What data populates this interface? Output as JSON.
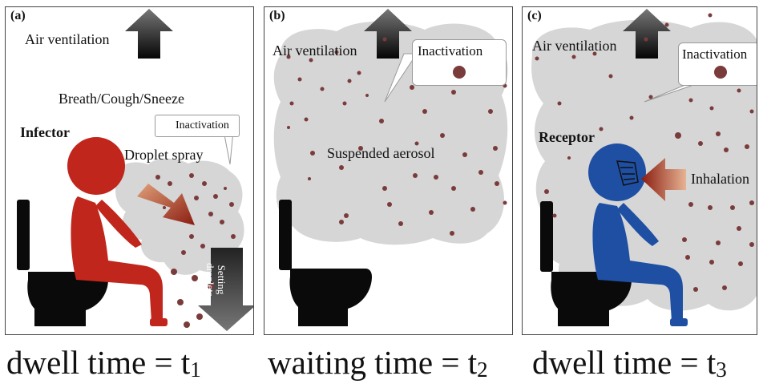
{
  "panels": [
    {
      "id": "a",
      "label": "(a)",
      "air_ventilation": "Air ventilation",
      "activity": "Breath/Cough/Sneeze",
      "person": "Infector",
      "droplet_spray": "Droplet spray",
      "inactivation": "Inactivation",
      "settling_line1": "Setting",
      "settling_line2": "droplets"
    },
    {
      "id": "b",
      "label": "(b)",
      "air_ventilation": "Air ventilation",
      "inactivation": "Inactivation",
      "aerosol": "Suspended aerosol"
    },
    {
      "id": "c",
      "label": "(c)",
      "air_ventilation": "Air ventilation",
      "inactivation": "Inactivation",
      "person": "Receptor",
      "inhalation": "Inhalation"
    }
  ],
  "captions": [
    {
      "text": "dwell time = t",
      "sub": "1"
    },
    {
      "text": "waiting time = t",
      "sub": "2"
    },
    {
      "text": "dwell time = t",
      "sub": "3"
    }
  ],
  "colors": {
    "infector": "#c0261c",
    "receptor": "#1f4fa3",
    "aerosol_cloud": "#d6d6d6",
    "particle": "#7a3b3b",
    "toilet": "#0a0a0a",
    "arrow_red": "#a4311e"
  }
}
